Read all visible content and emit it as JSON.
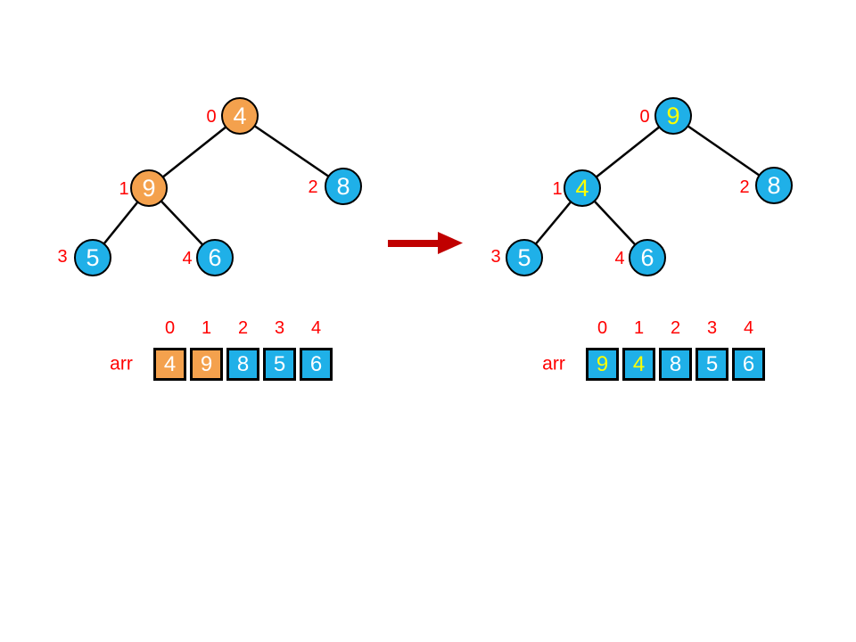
{
  "colors": {
    "node_blue": "#1FB0E8",
    "node_orange": "#F4A14D",
    "index_red": "#FF0000",
    "arrow_dark_red": "#C00000",
    "node_text_white": "#FFFFFF",
    "node_text_yellow": "#FFFF00",
    "outline_black": "#000000"
  },
  "left_panel": {
    "tree": {
      "nodes": [
        {
          "index": "0",
          "value": "4",
          "fill": "#F4A14D",
          "text_color": "#FFFFFF"
        },
        {
          "index": "1",
          "value": "9",
          "fill": "#F4A14D",
          "text_color": "#FFFFFF"
        },
        {
          "index": "2",
          "value": "8",
          "fill": "#1FB0E8",
          "text_color": "#FFFFFF"
        },
        {
          "index": "3",
          "value": "5",
          "fill": "#1FB0E8",
          "text_color": "#FFFFFF"
        },
        {
          "index": "4",
          "value": "6",
          "fill": "#1FB0E8",
          "text_color": "#FFFFFF"
        }
      ]
    },
    "array": {
      "label": "arr",
      "indices": [
        "0",
        "1",
        "2",
        "3",
        "4"
      ],
      "values": [
        "4",
        "9",
        "8",
        "5",
        "6"
      ],
      "highlighted_cells": [
        "0",
        "1"
      ],
      "highlight_fill": "#F4A14D"
    }
  },
  "right_panel": {
    "tree": {
      "nodes": [
        {
          "index": "0",
          "value": "9",
          "fill": "#1FB0E8",
          "text_color": "#FFFF00"
        },
        {
          "index": "1",
          "value": "4",
          "fill": "#1FB0E8",
          "text_color": "#FFFF00"
        },
        {
          "index": "2",
          "value": "8",
          "fill": "#1FB0E8",
          "text_color": "#FFFFFF"
        },
        {
          "index": "3",
          "value": "5",
          "fill": "#1FB0E8",
          "text_color": "#FFFFFF"
        },
        {
          "index": "4",
          "value": "6",
          "fill": "#1FB0E8",
          "text_color": "#FFFFFF"
        }
      ]
    },
    "array": {
      "label": "arr",
      "indices": [
        "0",
        "1",
        "2",
        "3",
        "4"
      ],
      "values": [
        "9",
        "4",
        "8",
        "5",
        "6"
      ],
      "highlighted_cells": [
        "0",
        "1"
      ],
      "highlight_text_color": "#FFFF00"
    }
  }
}
